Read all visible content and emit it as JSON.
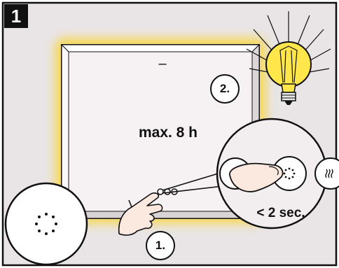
{
  "step_number": "1",
  "screen_label": "max. 8 h",
  "screen_mark": "–",
  "time_label": "< 2 sec.",
  "step_one_label": "1.",
  "step_two_label": "2.",
  "colors": {
    "panel_background": "#e9e4e6",
    "screen_background": "#f6f2f4",
    "glow": "#f7d84a",
    "bulb_yellow": "#ffe64a",
    "outline": "#111111"
  },
  "icons": [
    "light-bulb-icon",
    "hand-pointer-icon",
    "sun-dots-icon",
    "heat-waves-icon"
  ]
}
